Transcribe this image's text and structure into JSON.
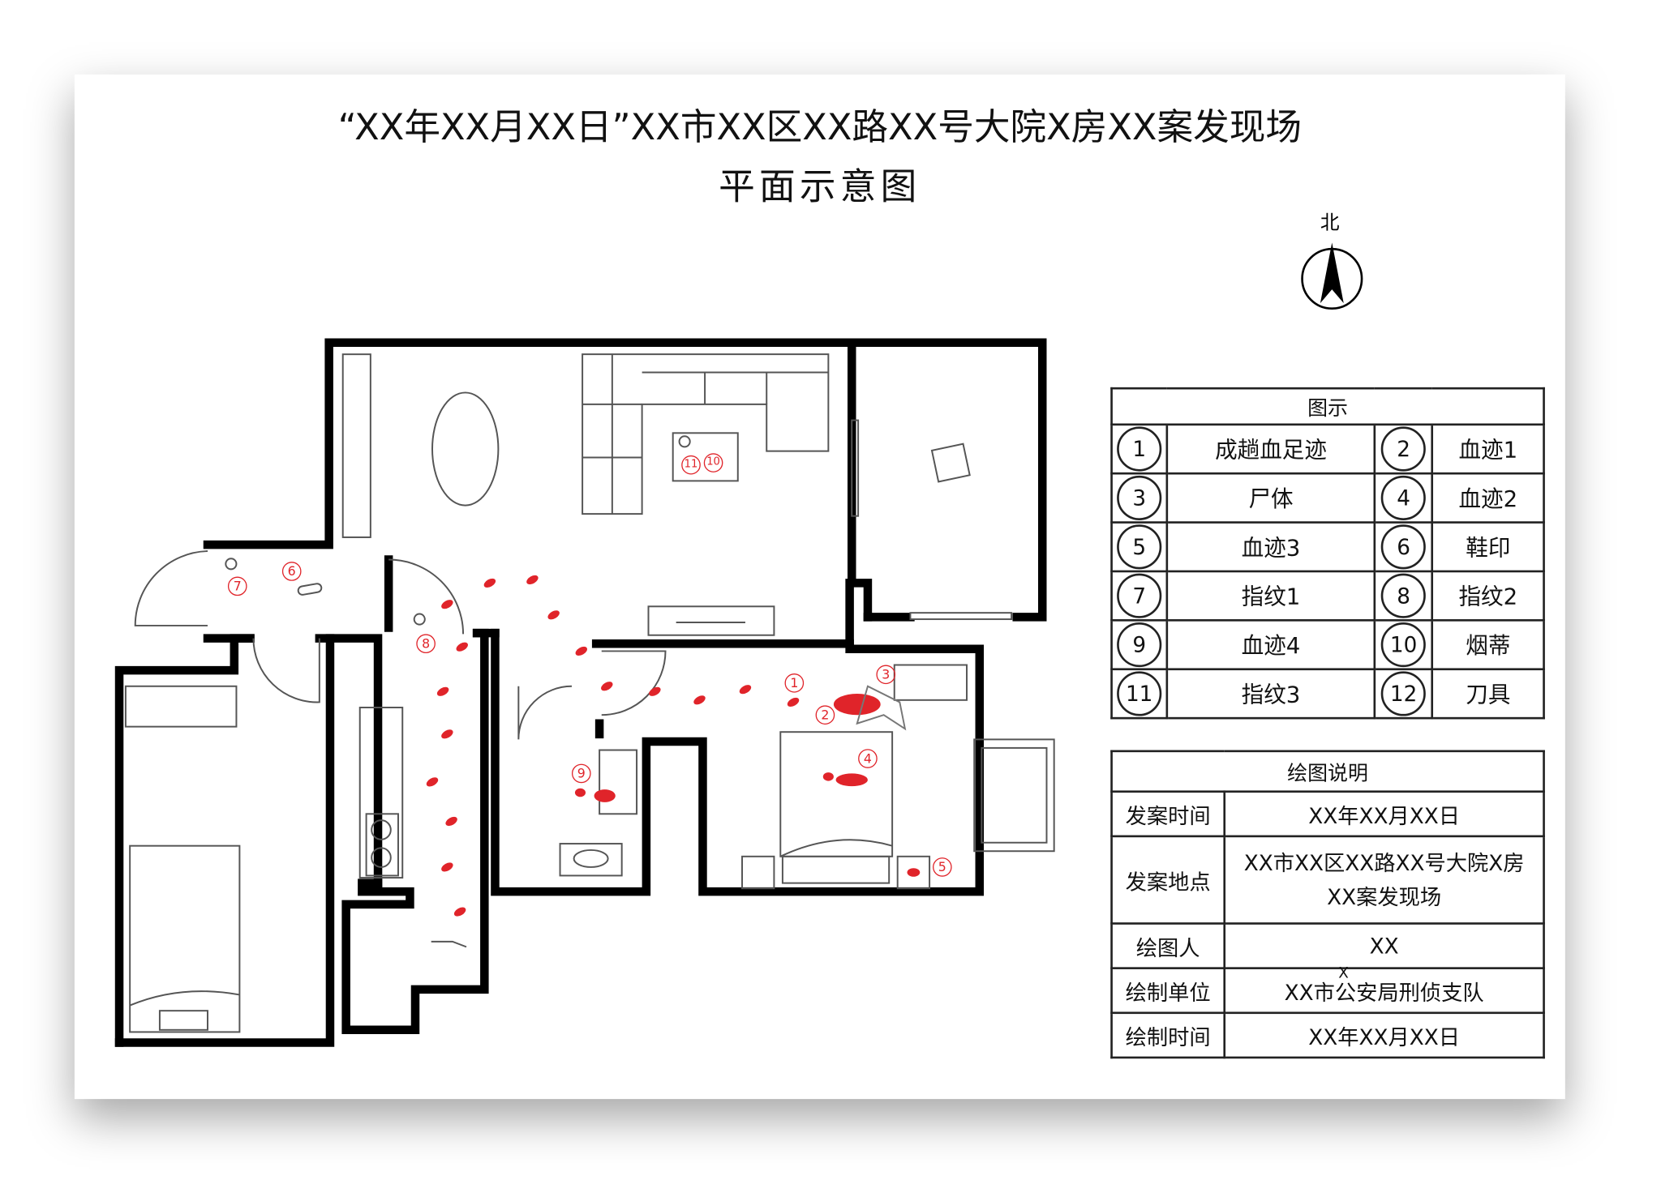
{
  "title": {
    "line1": "“XX年XX月XX日”XX市XX区XX路XX号大院X房XX案发现场",
    "line2": "平面示意图"
  },
  "compass": {
    "label": "北",
    "icon": "north-arrow-icon"
  },
  "legend": {
    "title": "图示",
    "items": [
      {
        "num": "1",
        "label": "成趟血足迹"
      },
      {
        "num": "2",
        "label": "血迹1"
      },
      {
        "num": "3",
        "label": "尸体"
      },
      {
        "num": "4",
        "label": "血迹2"
      },
      {
        "num": "5",
        "label": "血迹3"
      },
      {
        "num": "6",
        "label": "鞋印"
      },
      {
        "num": "7",
        "label": "指纹1"
      },
      {
        "num": "8",
        "label": "指纹2"
      },
      {
        "num": "9",
        "label": "血迹4"
      },
      {
        "num": "10",
        "label": "烟蒂"
      },
      {
        "num": "11",
        "label": "指纹3"
      },
      {
        "num": "12",
        "label": "刀具"
      }
    ]
  },
  "description": {
    "title": "绘图说明",
    "rows": [
      {
        "key": "发案时间",
        "value": "XX年XX月XX日"
      },
      {
        "key": "发案地点",
        "value": "XX市XX区XX路XX号大院X房XX案发现场"
      },
      {
        "key": "绘图人",
        "value": "XX"
      },
      {
        "key": "绘制单位",
        "value": "XX市公安局刑侦支队"
      },
      {
        "key": "绘制时间",
        "value": "XX年XX月XX日"
      }
    ],
    "correction_mark": "X"
  },
  "plan_markers": [
    "1",
    "2",
    "3",
    "4",
    "5",
    "6",
    "7",
    "8",
    "9",
    "10",
    "11"
  ],
  "colors": {
    "evidence": "#e0242a",
    "wall": "#000000"
  }
}
